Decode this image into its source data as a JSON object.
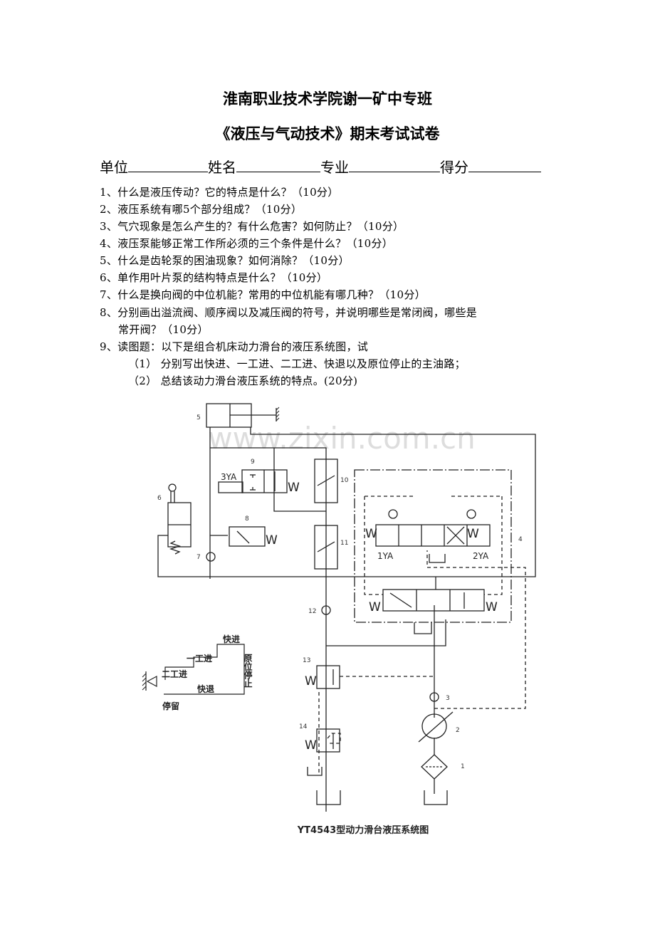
{
  "header": {
    "school": "淮南职业技术学院谢一矿中专班",
    "exam_title": "《液压与气动技术》期末考试试卷"
  },
  "info_fields": [
    "单位",
    "姓名",
    "专业",
    "得分"
  ],
  "questions": [
    "1、什么是液压传动？它的特点是什么？（10分）",
    "2、液压系统有哪5个部分组成？（10分）",
    "3、气穴现象是怎么产生的？有什么危害？如何防止？（10分）",
    "4、液压泵能够正常工作所必须的三个条件是什么？（10分）",
    "5、什么是齿轮泵的困油现象？如何消除？（10分）",
    "6、单作用叶片泵的结构特点是什么？（10分）",
    "7、什么是换向阀的中位机能？常用的中位机能有哪几种？（10分）",
    "8、分别画出溢流阀、顺序阀以及减压阀的符号，并说明哪些是常闭阀，哪些是",
    "常开阀？（10分）",
    "9、读图题：以下是组合机床动力滑台的液压系统图，试",
    "（1）  分别写出快进、一工进、二工进、快退以及原位停止的主油路；",
    "（2）  总结该动力滑台液压系统的特点。(20分)"
  ],
  "figure": {
    "caption": "YT4543型动力滑台液压系统图",
    "watermark": "www.zixin.com.cn",
    "component_numbers": [
      "1",
      "2",
      "3",
      "4",
      "5",
      "6",
      "7",
      "8",
      "9",
      "10",
      "11",
      "12",
      "13",
      "14"
    ],
    "solenoids": [
      "3YA",
      "1YA",
      "2YA"
    ],
    "spring_label": "W",
    "cycle_labels": {
      "fast_forward": "快进",
      "work_feed_1": "一工进",
      "work_feed_2": "二工进",
      "fast_return": "快退",
      "home_stop": "原位停止",
      "dwell": "停留"
    }
  }
}
